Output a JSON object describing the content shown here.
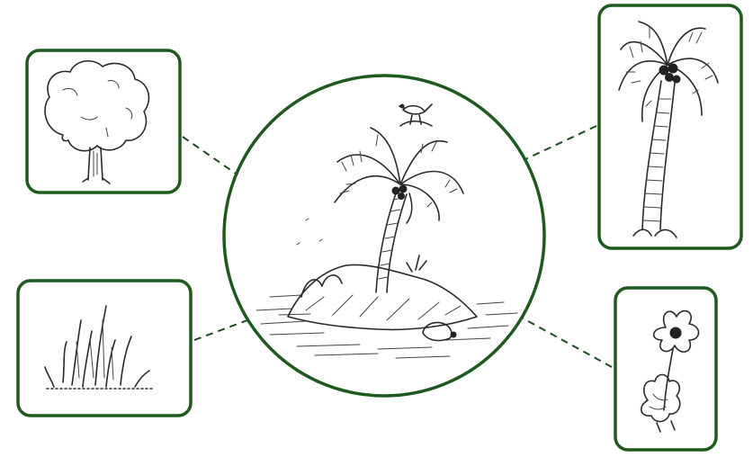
{
  "diagram": {
    "center": {
      "subject": "island-scene"
    },
    "panels": [
      {
        "id": "tree",
        "icon": "round-tree-icon"
      },
      {
        "id": "grass",
        "icon": "grass-tuft-icon"
      },
      {
        "id": "palm",
        "icon": "palm-tree-icon"
      },
      {
        "id": "flower",
        "icon": "flower-icon"
      }
    ],
    "colors": {
      "frame": "#1e5a1e",
      "leader": "#1e4a1e",
      "ink": "#2a2a2a",
      "background": "#ffffff"
    }
  }
}
